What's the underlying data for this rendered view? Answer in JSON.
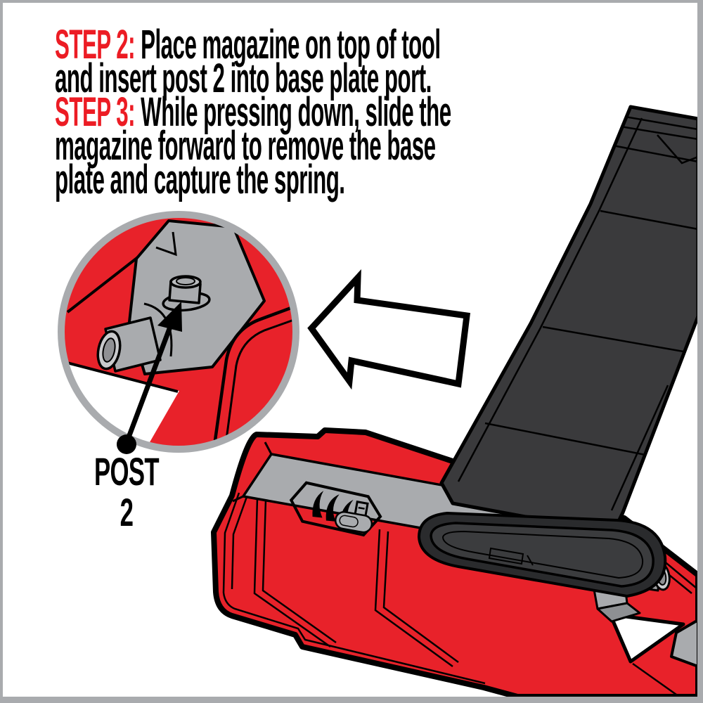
{
  "instructions": {
    "lines": [
      {
        "highlight": "STEP 2:",
        "rest": " Place magazine on top of tool"
      },
      {
        "highlight": "",
        "rest": "and insert post 2 into base plate port."
      },
      {
        "highlight": "STEP 3:",
        "rest": " While pressing down, slide the"
      },
      {
        "highlight": "",
        "rest": "magazine forward to remove the base"
      },
      {
        "highlight": "",
        "rest": "plate and capture the spring."
      }
    ]
  },
  "callout": {
    "post_label": "POST 2"
  },
  "colors": {
    "step_red": "#EC1C24",
    "tool_red": "#E8222A",
    "frame_gray": "#A9ABAE",
    "machined_gray": "#A9ABAE",
    "magazine_dark": "#3A3A3C",
    "baseplate_dark": "#3B3C3E",
    "outline_black": "#000000",
    "background_white": "#FFFFFF"
  }
}
